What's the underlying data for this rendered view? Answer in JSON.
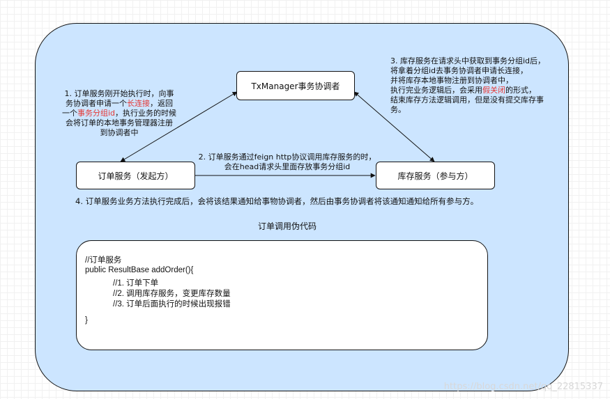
{
  "diagram": {
    "nodes": {
      "coordinator": "TxManager事务协调者",
      "order_service": "订单服务（发起方）",
      "inventory_service": "库存服务（参与方）"
    },
    "notes": {
      "step1": {
        "line1": "1. 订单服务刚开始执行时，向事",
        "line2_pre": "务协调者申请一个",
        "line2_red": "长连接",
        "line2_post": "，返回",
        "line3_pre": "一个",
        "line3_red": "事务分组id",
        "line3_post": "，执行业务的时候",
        "line4": "会将订单的本地事务管理器注册",
        "line5": "到协调者中"
      },
      "step2": {
        "line1": "2. 订单服务通过feign http协议调用库存服务的时，",
        "line2": "会在head请求头里面存放事务分组id"
      },
      "step3": {
        "line1": "3. 库存服务在请求头中获取到事务分组id后，",
        "line2": "将拿着分组id去事务协调者申请长连接，",
        "line3": "并将库存本地事物注册到协调者中，",
        "line4_pre": "执行完业务逻辑后，会采用",
        "line4_red": "假关闭",
        "line4_post": "的形式，",
        "line5": "结束库存方法逻辑调用，但是没有提交库存事",
        "line6": "务。"
      },
      "step4": "4. 订单服务业务方法执行完成后，会将该结果通知给事物协调者，然后由事务协调者将该通知通知给所有参与方。"
    },
    "code_title": "订单调用伪代码",
    "code_lines": [
      "//订单服务",
      "public ResultBase addOrder(){",
      "//1. 订单下单",
      "//2. 调用库存服务，变更库存数量",
      "//3. 订单后面执行的时候出现报错",
      "}"
    ],
    "watermark": "https://blog.csdn.net/qq_22815337",
    "colors": {
      "panel_fill": "#cce5ff",
      "highlight": "#e53935",
      "stroke": "#111111"
    }
  }
}
